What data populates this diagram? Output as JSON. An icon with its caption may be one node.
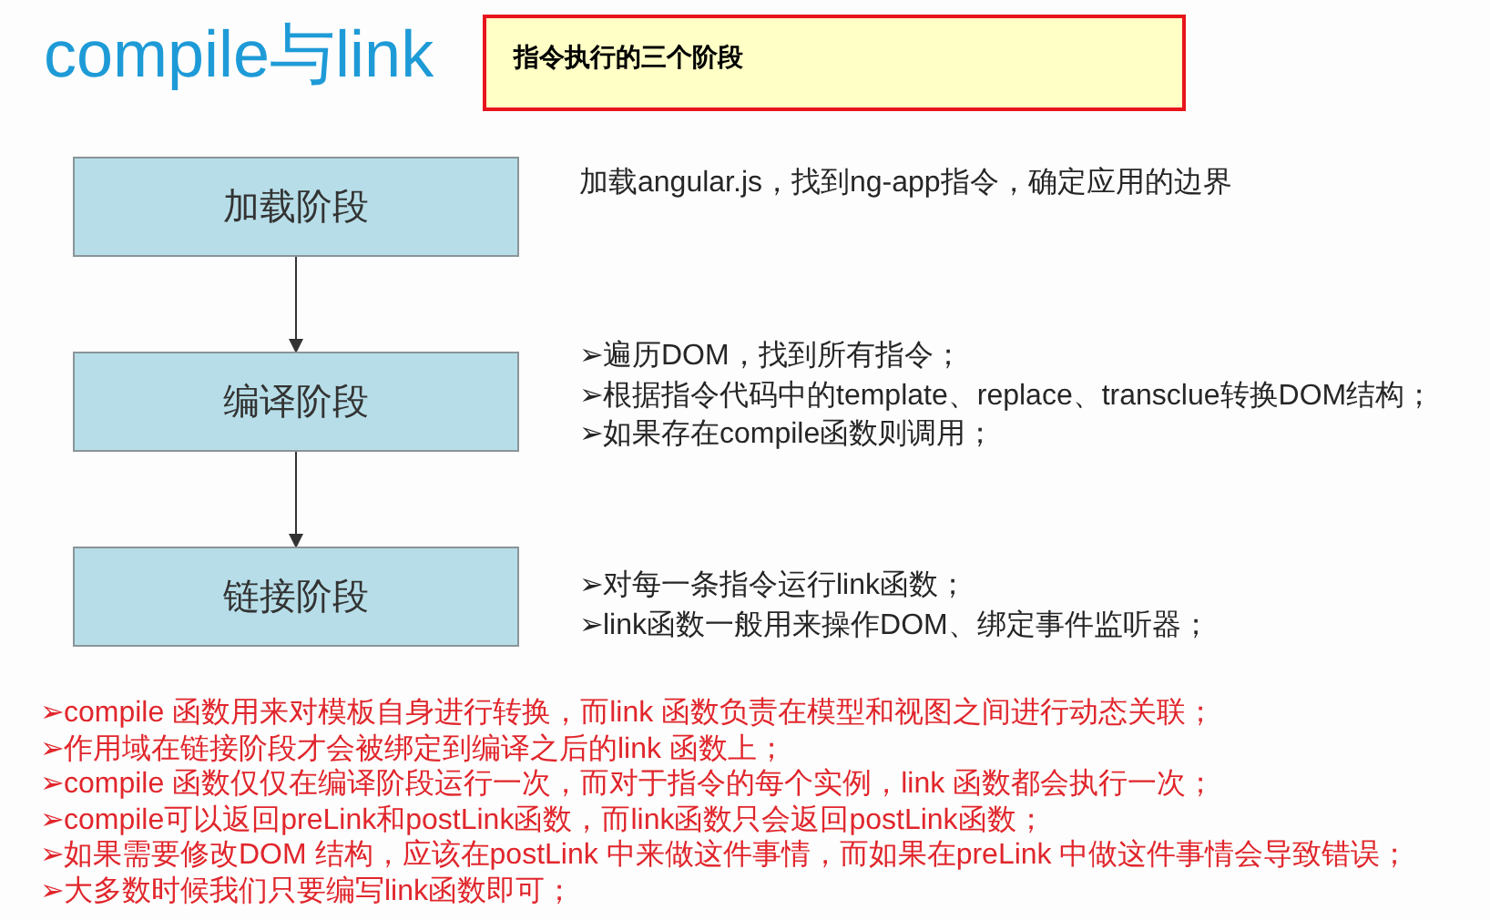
{
  "diagram": {
    "title": "compile与link",
    "nodes": [
      {
        "text": [
          "指令执行的三个阶段"
        ]
      },
      {
        "text": [
          "加载阶段"
        ],
        "beside": [
          "加载angular.js，找到ng-app指令，确定应用的边界"
        ]
      },
      {
        "text": [
          "编译阶段"
        ],
        "beside": [
          "➢遍历DOM，找到所有指令；",
          "➢根据指令代码中的template、replace、transclue转换DOM结构；",
          "➢如果存在compile函数则调用；"
        ]
      },
      {
        "text": [
          "链接阶段"
        ],
        "beside": [
          "➢对每一条指令运行link函数；",
          "➢link函数一般用来操作DOM、绑定事件监听器；"
        ]
      }
    ],
    "edges": [
      {
        "from": 1,
        "to": 2,
        "arrow": "to"
      },
      {
        "from": 2,
        "to": 3,
        "arrow": "to"
      }
    ],
    "labels": [
      "➢compile 函数用来对模板自身进行转换，而link 函数负责在模型和视图之间进行动态关联；",
      "➢作用域在链接阶段才会被绑定到编译之后的link 函数上；",
      "➢compile 函数仅仅在编译阶段运行一次，而对于指令的每个实例，link 函数都会执行一次；",
      "➢compile可以返回preLink和postLink函数，而link函数只会返回postLink函数；",
      "➢如果需要修改DOM 结构，应该在postLink 中来做这件事情，而如果在preLink 中做这件事情会导致错误；",
      "➢大多数时候我们只要编写link函数即可；"
    ]
  }
}
